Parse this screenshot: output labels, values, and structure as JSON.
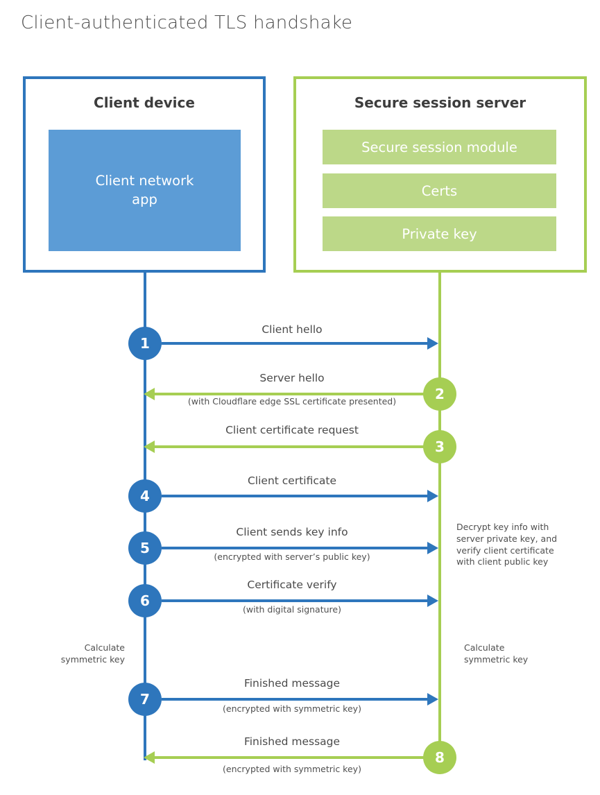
{
  "title": "Client-authenticated TLS handshake",
  "colors": {
    "blue": "#2e76bc",
    "blue_fill": "#5c9cd6",
    "green": "#a6ce53",
    "green_fill": "#bcd888"
  },
  "client_box": {
    "title": "Client device",
    "app": "Client network\napp"
  },
  "server_box": {
    "title": "Secure session server",
    "modules": [
      "Secure session module",
      "Certs",
      "Private key"
    ]
  },
  "steps": [
    {
      "num": "1",
      "direction": "client-to-server",
      "color": "blue",
      "label": "Client hello",
      "sublabel": ""
    },
    {
      "num": "2",
      "direction": "server-to-client",
      "color": "green",
      "label": "Server hello",
      "sublabel": "(with Cloudflare edge SSL certificate presented)"
    },
    {
      "num": "3",
      "direction": "server-to-client",
      "color": "green",
      "label": "Client certificate request",
      "sublabel": ""
    },
    {
      "num": "4",
      "direction": "client-to-server",
      "color": "blue",
      "label": "Client certificate",
      "sublabel": ""
    },
    {
      "num": "5",
      "direction": "client-to-server",
      "color": "blue",
      "label": "Client sends key info",
      "sublabel": "(encrypted with server’s public key)"
    },
    {
      "num": "6",
      "direction": "client-to-server",
      "color": "blue",
      "label": "Certificate verify",
      "sublabel": "(with digital signature)"
    },
    {
      "num": "7",
      "direction": "client-to-server",
      "color": "blue",
      "label": "Finished message",
      "sublabel": "(encrypted with symmetric key)"
    },
    {
      "num": "8",
      "direction": "server-to-client",
      "color": "green",
      "label": "Finished message",
      "sublabel": "(encrypted with symmetric key)"
    }
  ],
  "annotations": {
    "server_note": "Decrypt key info with server private key, and verify client certificate with client public key",
    "client_calculate": "Calculate symmetric key",
    "server_calculate": "Calculate symmetric key"
  }
}
